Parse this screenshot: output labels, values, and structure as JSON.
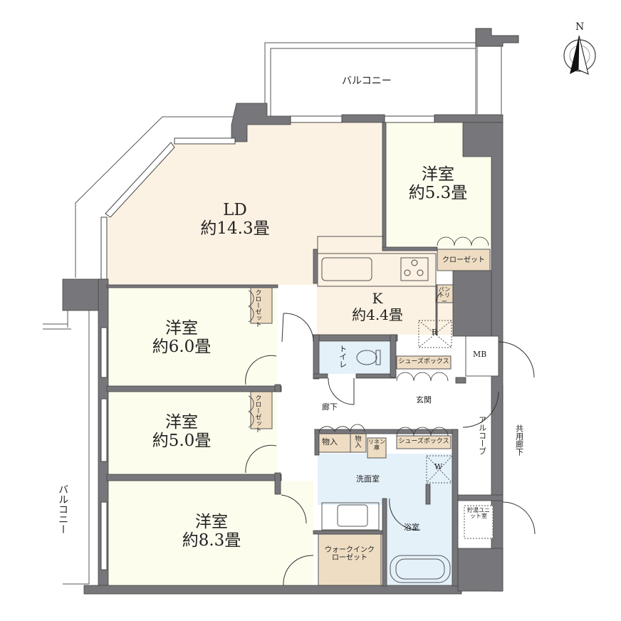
{
  "plan": {
    "colors": {
      "wall": "#77777b",
      "ld_floor": "#fcf2e3",
      "room_floor": "#fdfdee",
      "wet_floor": "#e4f1f9",
      "storage": "#eeddc3",
      "line": "#333333"
    },
    "compass": {
      "label": "N"
    },
    "rooms": {
      "ld": {
        "name": "LD",
        "size": "約14.3畳"
      },
      "kitchen": {
        "name": "K",
        "size": "約4.4畳"
      },
      "room_ne": {
        "name": "洋室",
        "size": "約5.3畳"
      },
      "room_6": {
        "name": "洋室",
        "size": "約6.0畳"
      },
      "room_5": {
        "name": "洋室",
        "size": "約5.0畳"
      },
      "room_8": {
        "name": "洋室",
        "size": "約8.3畳"
      }
    },
    "labels": {
      "balcony_top": "バルコニー",
      "balcony_left": "バルコニー",
      "closet_ne": "クローゼット",
      "closet_6": "クローゼット",
      "closet_5": "クローゼット",
      "pantry": "パントリー",
      "fridge": "R",
      "toilet": "トイレ",
      "shoebox_upper": "シューズボックス",
      "shoebox_lower": "シューズボックス",
      "entrance": "玄関",
      "hallway": "廊下",
      "storage_1": "物入",
      "storage_2": "物入",
      "linen": "リネン庫",
      "washroom": "洗面室",
      "washer": "W",
      "bathroom": "浴室",
      "walk_in_closet": "ウォークインクローゼット",
      "mb": "MB",
      "alcove": "アルコーブ",
      "common_corridor": "共用廊下",
      "water_heater": "貯湯ユニット室"
    }
  }
}
